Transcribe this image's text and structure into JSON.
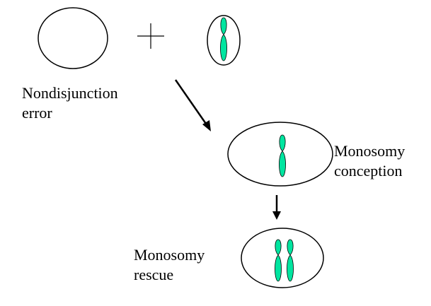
{
  "labels": {
    "nondisjunction_line1": "Nondisjunction",
    "nondisjunction_line2": "error",
    "conception_line1": "Monosomy",
    "conception_line2": "conception",
    "rescue_line1": "Monosomy",
    "rescue_line2": "rescue"
  },
  "colors": {
    "chromosome_fill": "#00e5a0",
    "stroke": "#000000",
    "background": "#ffffff"
  }
}
